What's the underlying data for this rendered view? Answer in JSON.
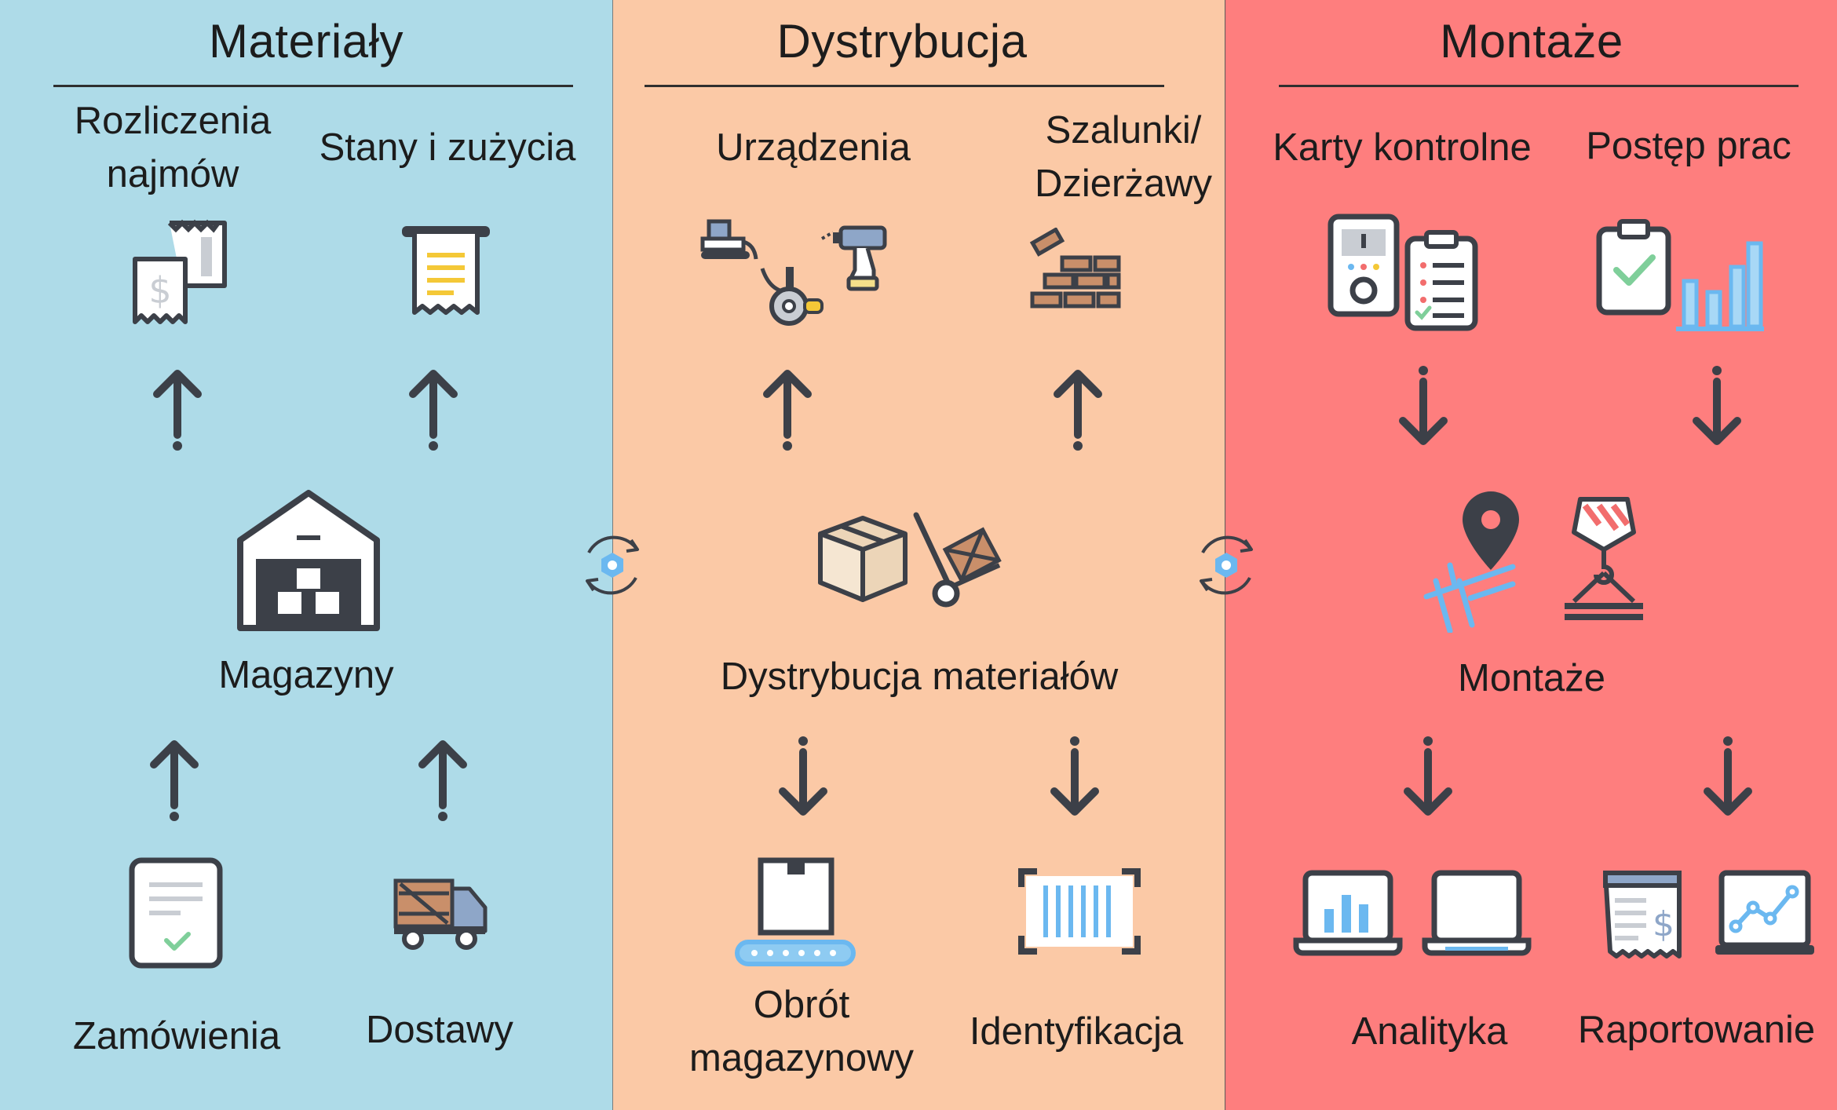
{
  "panels": [
    {
      "title": "Materiały",
      "top_left_label": "Rozliczenia\nnajmów",
      "top_right_label": "Stany i zużycia",
      "center_label": "Magazyny",
      "bottom_left_label": "Zamówienia",
      "bottom_right_label": "Dostawy"
    },
    {
      "title": "Dystrybucja",
      "top_left_label": "Urządzenia",
      "top_right_label": "Szalunki/\nDzierżawy",
      "center_label": "Dystrybucja materiałów",
      "bottom_left_label": "Obrót\nmagazynowy",
      "bottom_right_label": "Identyfikacja"
    },
    {
      "title": "Montaże",
      "top_left_label": "Karty kontrolne",
      "top_right_label": "Postęp prac",
      "center_label": "Montaże",
      "bottom_left_label": "Analityka",
      "bottom_right_label": "Raportowanie"
    }
  ],
  "colors": {
    "materialy_bg": "#aedbe8",
    "dystrybucja_bg": "#fbc9a6",
    "montaze_bg": "#fe7e7e",
    "icon_dark": "#3c4048",
    "icon_blue": "#6bb8f0",
    "icon_yellow": "#f4c837"
  },
  "icons": [
    "receipt-dollar-icon",
    "receipt-list-icon",
    "warehouse-icon",
    "document-check-icon",
    "delivery-truck-icon",
    "bulldozer-icon",
    "drill-icon",
    "grinder-icon",
    "bricks-icon",
    "package-box-icon",
    "hand-truck-icon",
    "conveyor-box-icon",
    "barcode-scanner-icon",
    "meter-icon",
    "checklist-clipboard-icon",
    "clipboard-check-icon",
    "bar-chart-icon",
    "map-pin-icon",
    "crane-hook-icon",
    "laptop-chart-icon",
    "laptop-icon",
    "invoice-icon",
    "line-chart-monitor-icon",
    "sync-icon"
  ]
}
